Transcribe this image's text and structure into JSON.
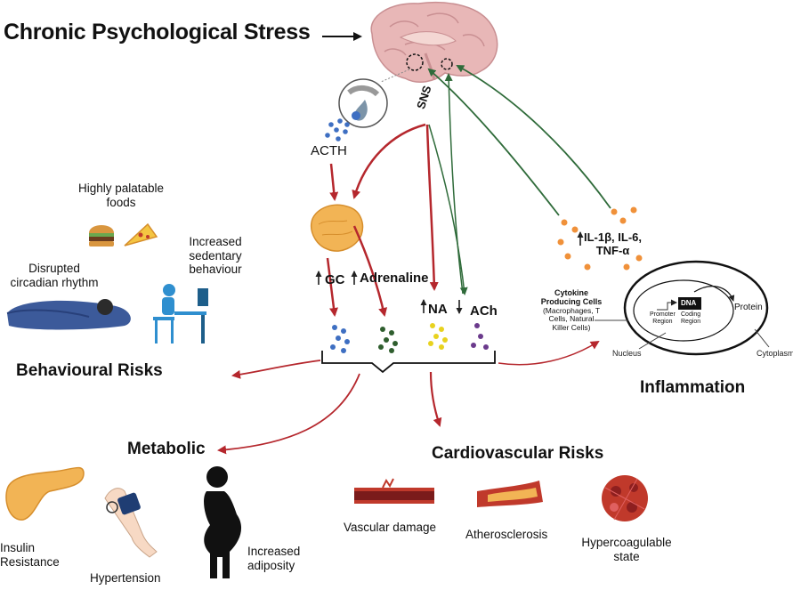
{
  "title": "Chronic Psychological Stress",
  "hpa": {
    "acth": "ACTH",
    "sns": "SNS"
  },
  "hormones": {
    "gc": "GC",
    "adrenaline": "Adrenaline",
    "na": "NA",
    "ach": "ACh"
  },
  "cytokines": {
    "line1": "IL-1β, IL-6,",
    "line2": "TNF-α"
  },
  "cell": {
    "label_title": "Cytokine\nProducing Cells",
    "label_detail": "(Macrophages, T\nCells, Natural\nKiller Cells)",
    "dna": "DNA",
    "promoter": "Promoter\nRegion",
    "coding": "Coding\nRegion",
    "protein": "Protein",
    "nucleus": "Nucleus",
    "cytoplasm": "Cytoplasm"
  },
  "sections": {
    "behavioural": "Behavioural Risks",
    "metabolic": "Metabolic",
    "cardiovascular": "Cardiovascular Risks",
    "inflammation": "Inflammation"
  },
  "behavioural_items": {
    "foods": "Highly palatable\nfoods",
    "sedentary": "Increased\nsedentary\nbehaviour",
    "circadian": "Disrupted\ncircadian rhythm"
  },
  "metabolic_items": {
    "insulin": "Insulin\nResistance",
    "hypertension": "Hypertension",
    "adiposity": "Increased\nadiposity"
  },
  "cardio_items": {
    "vascular": "Vascular damage",
    "athero": "Atherosclerosis",
    "hypercoag": "Hypercoagulable\nstate"
  },
  "colors": {
    "red_arrow": "#b5272d",
    "green_arrow": "#2f6b3a",
    "brain": "#e8b7b7",
    "adrenal": "#f2b455",
    "gc_dots": "#3e6fc2",
    "adrenaline_dots": "#2f5e2e",
    "na_dots": "#e8d21e",
    "ach_dots": "#6b3a8c",
    "cytokine_dots": "#f0913a"
  }
}
